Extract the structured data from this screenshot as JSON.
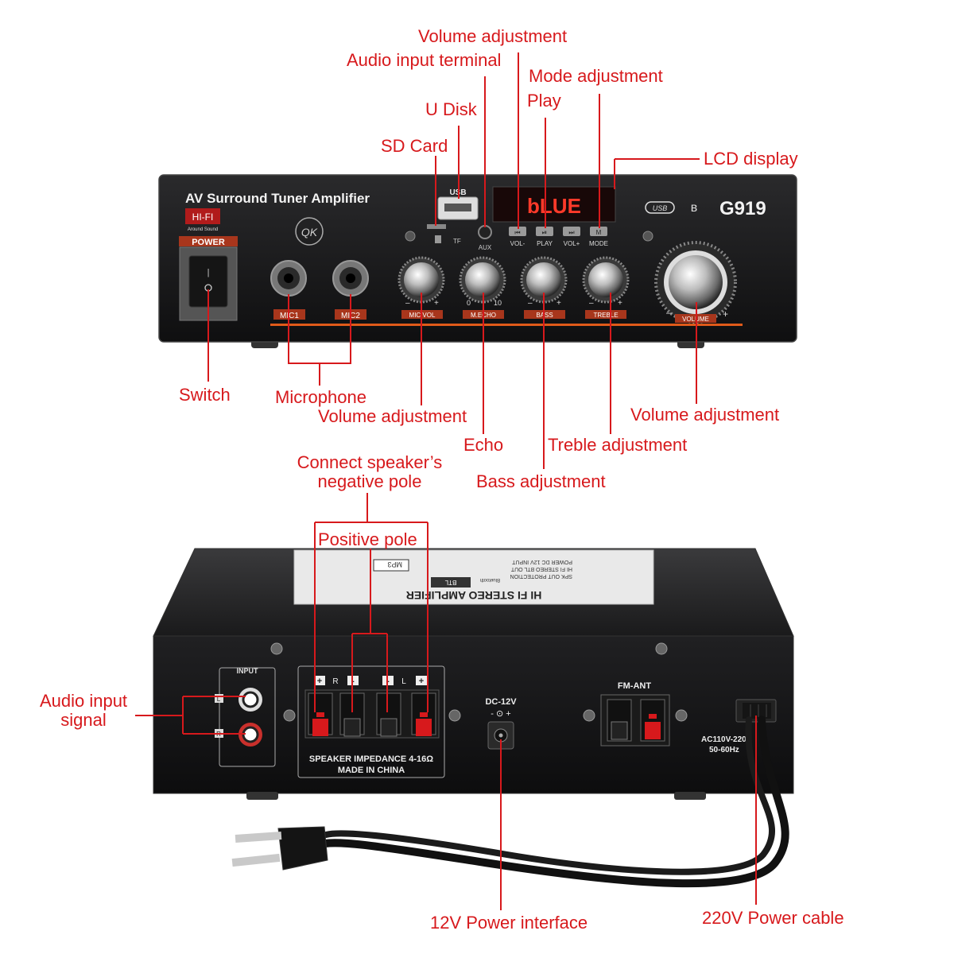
{
  "colors": {
    "callout": "#d7191c",
    "leader": "#d7191c",
    "chassis": "#1c1c1e",
    "panel": "#131315",
    "accent": "#e05a1a",
    "display": "#ff3a2a"
  },
  "front_panel": {
    "title": "AV Surround Tuner  Amplifier",
    "model": "G919",
    "hifi_badge": "HI-FI",
    "hifi_sub": "Around Sound",
    "power_label": "POWER",
    "usb_label": "USB",
    "tf_label": "TF",
    "aux_label": "AUX",
    "display_text": "bLUE",
    "logo_text": "QK",
    "usb_logo": "USB",
    "buttons": [
      "VOL-",
      "PLAY",
      "VOL+",
      "MODE"
    ],
    "knobs": [
      "MIC.VOL",
      "M.ECHO",
      "BASS",
      "TREBLE"
    ],
    "echo_scale": [
      "0",
      "10"
    ],
    "volume_label": "VOLUME",
    "mic_labels": [
      "MIC1",
      "MIC2"
    ]
  },
  "back_panel": {
    "sticker_title": "HI FI STEREO AMPLIFIER",
    "sticker_lines": [
      "POWER DC 12V INPUT",
      "HI FI STEREO BTL OUT",
      "SPK OUT PROTECTION"
    ],
    "sticker_badges": [
      "MP3",
      "BTL",
      "Bluetooth"
    ],
    "input_label": "INPUT",
    "rca_labels": [
      "L",
      "R"
    ],
    "speaker_polarity": [
      "+",
      "R",
      "-",
      "-",
      "L",
      "+"
    ],
    "speaker_note": [
      "SPEAKER IMPEDANCE 4-16Ω",
      "MADE IN CHINA"
    ],
    "dc_label": "DC-12V",
    "dc_symbol": "- ⊙ +",
    "fm_label": "FM-ANT",
    "ac_label": [
      "AC110V-220V",
      "50-60Hz"
    ]
  },
  "callouts": {
    "volume_adjustment_top": "Volume adjustment",
    "audio_input_terminal": "Audio input terminal",
    "mode_adjustment": "Mode adjustment",
    "play": "Play",
    "u_disk": "U Disk",
    "sd_card": "SD Card",
    "lcd_display": "LCD display",
    "switch": "Switch",
    "microphone": "Microphone",
    "volume_adjustment_mic": "Volume adjustment",
    "volume_adjustment_main": "Volume adjustment",
    "echo": "Echo",
    "treble_adjustment": "Treble adjustment",
    "bass_adjustment": "Bass adjustment",
    "speaker_negative": [
      "Connect speaker’s",
      "negative pole"
    ],
    "positive_pole": "Positive pole",
    "audio_input_signal": [
      "Audio input",
      "signal"
    ],
    "power_interface_12v": "12V Power interface",
    "power_cable_220v": "220V Power cable"
  }
}
